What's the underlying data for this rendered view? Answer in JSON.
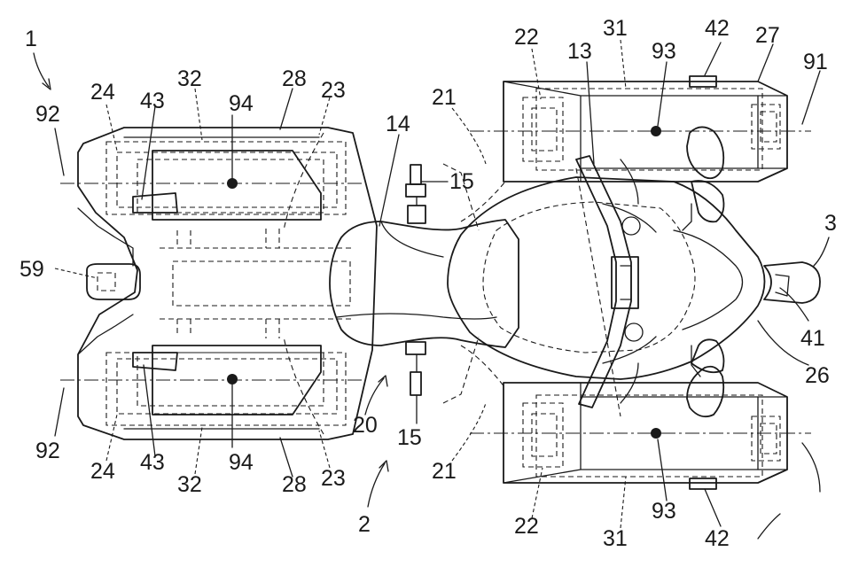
{
  "labels": {
    "l1": "1",
    "l2": "2",
    "l3": "3",
    "l13": "13",
    "l14": "14",
    "l15a": "15",
    "l15b": "15",
    "l20": "20",
    "l21a": "21",
    "l21b": "21",
    "l22a": "22",
    "l22b": "22",
    "l23a": "23",
    "l23b": "23",
    "l24a": "24",
    "l24b": "24",
    "l26": "26",
    "l27": "27",
    "l28a": "28",
    "l28b": "28",
    "l31a": "31",
    "l31b": "31",
    "l32a": "32",
    "l32b": "32",
    "l41": "41",
    "l42a": "42",
    "l42b": "42",
    "l43a": "43",
    "l43b": "43",
    "l59": "59",
    "l91": "91",
    "l92a": "92",
    "l92b": "92",
    "l93a": "93",
    "l93b": "93",
    "l94a": "94",
    "l94b": "94"
  }
}
